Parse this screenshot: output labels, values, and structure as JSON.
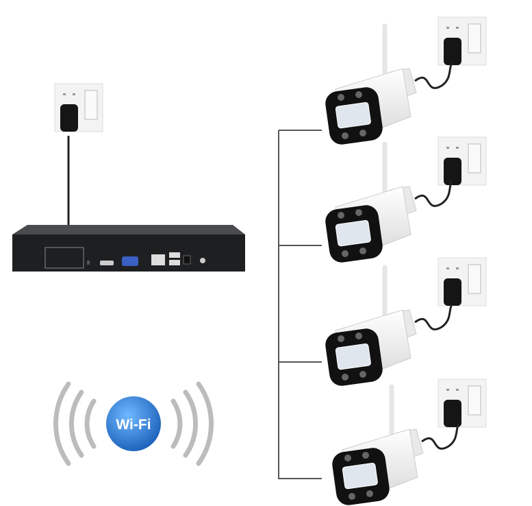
{
  "wifi_logo": {
    "label": "Wi-Fi",
    "color": "#2a7fd4"
  },
  "colors": {
    "nvr_body": "#1e1f21",
    "line": "#555555",
    "camera_body": "#f4f4f4",
    "camera_face": "#111111",
    "vga_port": "#3b5fc4"
  },
  "cameras": [
    {
      "id": 1
    },
    {
      "id": 2
    },
    {
      "id": 3
    },
    {
      "id": 4
    }
  ]
}
